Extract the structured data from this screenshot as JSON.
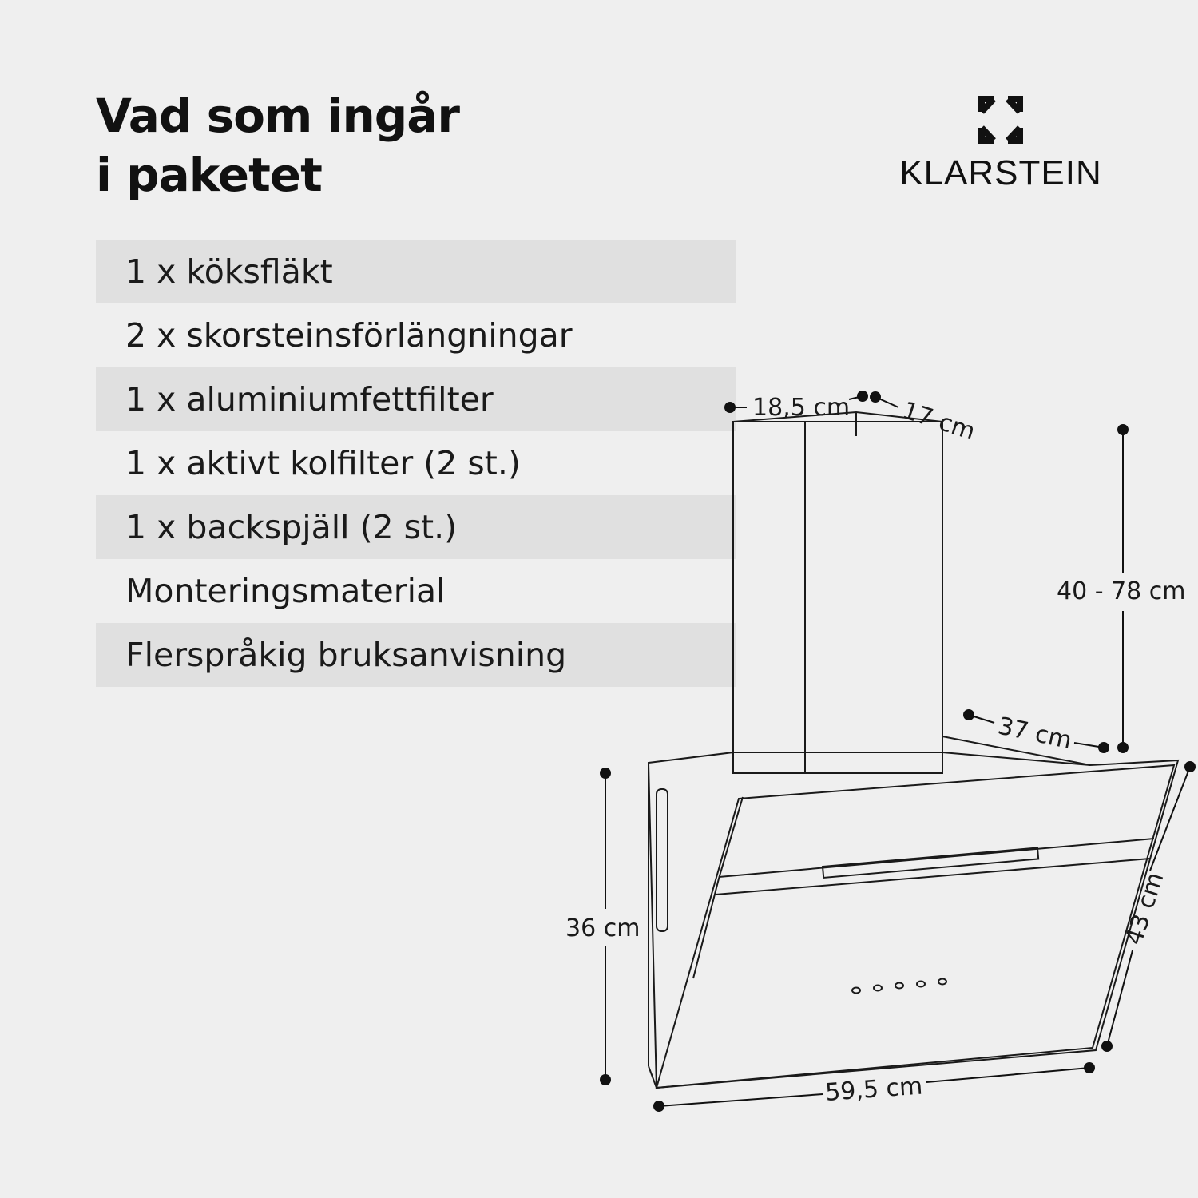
{
  "title": {
    "line1": "Vad som ingår",
    "line2": "i paketet"
  },
  "brand": {
    "name": "KLARSTEIN",
    "logo_icon": "klarstein-logo-icon"
  },
  "contents": [
    {
      "label": "1 x köksfläkt",
      "shaded": true
    },
    {
      "label": "2 x skorsteinsförlängningar",
      "shaded": false
    },
    {
      "label": "1 x aluminiumfettfilter",
      "shaded": true
    },
    {
      "label": "1 x aktivt kolfilter (2 st.)",
      "shaded": false
    },
    {
      "label": "1 x backspjäll (2 st.)",
      "shaded": true
    },
    {
      "label": "Monteringsmaterial",
      "shaded": false
    },
    {
      "label": "Flerspråkig bruksanvisning",
      "shaded": true
    }
  ],
  "dimensions": {
    "chimney_width": "18,5 cm",
    "chimney_depth": "17 cm",
    "chimney_height": "40 - 78 cm",
    "hood_depth": "37 cm",
    "hood_height": "36 cm",
    "hood_glass": "43 cm",
    "hood_width": "59,5 cm"
  },
  "colors": {
    "background": "#efefef",
    "row_shade": "#e0e0e0",
    "ink": "#111111"
  }
}
